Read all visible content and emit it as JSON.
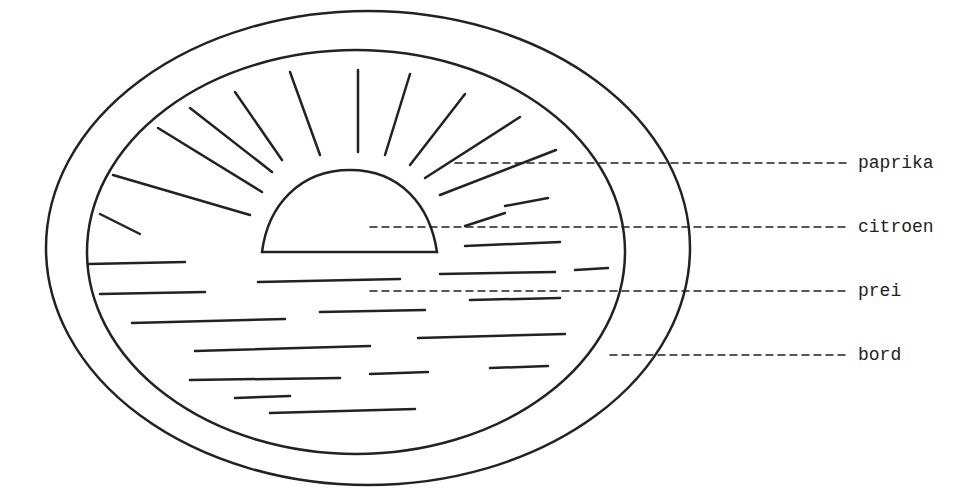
{
  "diagram": {
    "labels": [
      "paprika",
      "citroen",
      "prei",
      "bord"
    ]
  }
}
